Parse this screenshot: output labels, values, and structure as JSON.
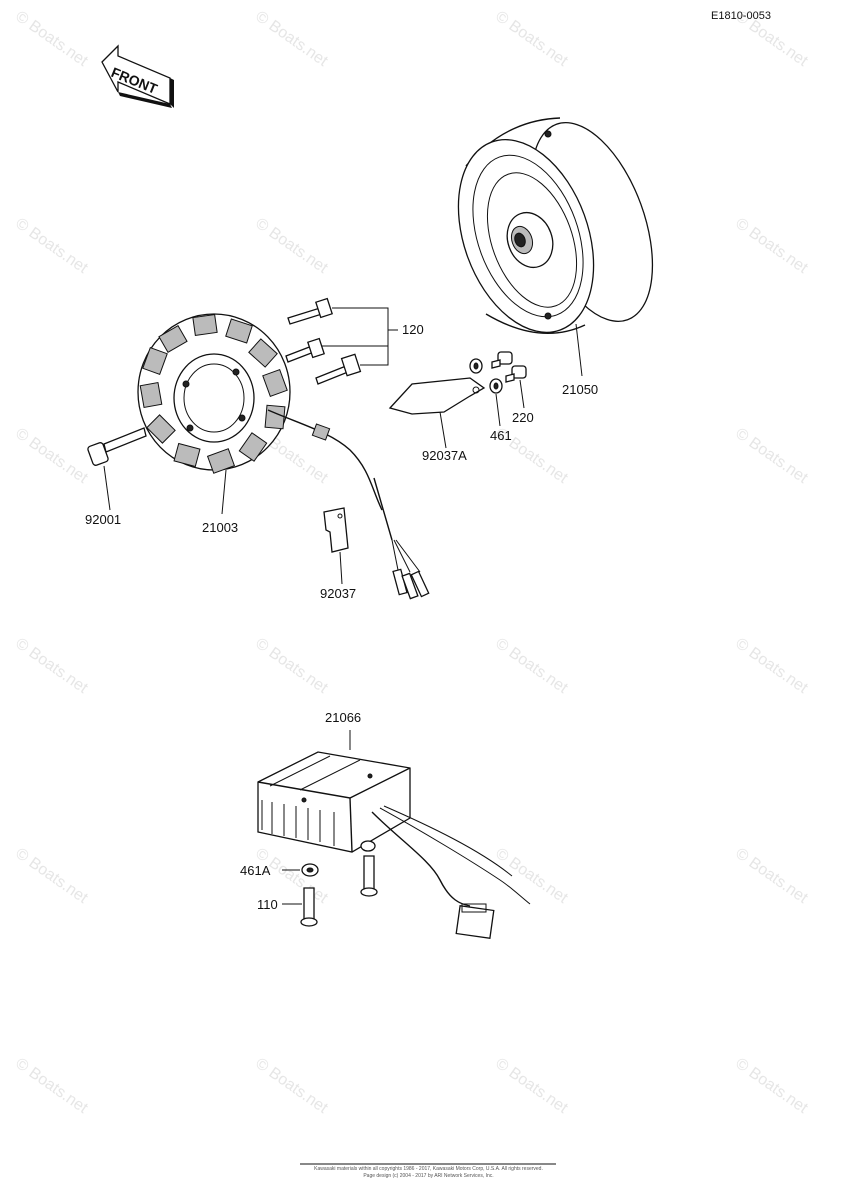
{
  "figure_id": "E1810-0053",
  "front_label": "FRONT",
  "watermark": "© Boats.net",
  "part_refs": {
    "p120": "120",
    "p21050": "21050",
    "p220": "220",
    "p461": "461",
    "p92037A": "92037A",
    "p92001": "92001",
    "p21003": "21003",
    "p92037": "92037",
    "p21066": "21066",
    "p461A": "461A",
    "p110": "110"
  },
  "copyright": {
    "line1": "Kawasaki materials within all copyrights 1986 - 2017, Kawasaki Motors Corp, U.S.A.  All rights reserved.",
    "line2": "Page design (c) 2004 - 2017 by ARI Network Services, Inc."
  }
}
